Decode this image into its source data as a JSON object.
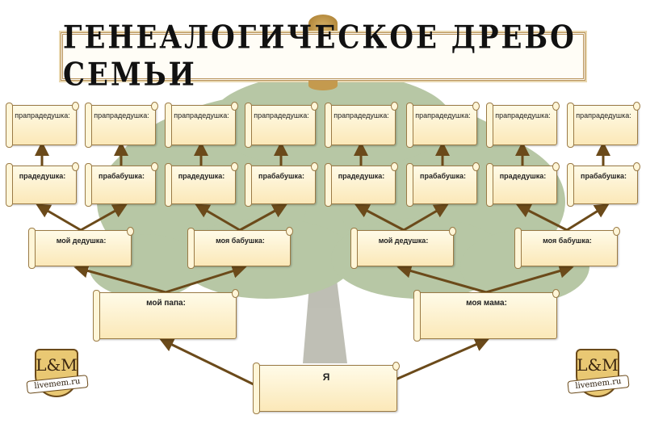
{
  "title": "ГЕНЕАЛОГИЧЕСКОЕ ДРЕВО СЕМЬИ",
  "colors": {
    "arrow": "#6b4a1a",
    "scroll_fill": "#fbe8b8",
    "scroll_border": "#9a7a45",
    "tree": "#7d9a5c"
  },
  "generations": {
    "great_great": [
      "прапрадедушка:",
      "прапрадедушка:",
      "прапрадедушка:",
      "прапрадедушка:",
      "прапрадедушка:",
      "прапрадедушка:",
      "прапрадедушка:",
      "прапрадедушка:"
    ],
    "great": [
      "прадедушка:",
      "прабабушка:",
      "прадедушка:",
      "прабабушка:",
      "прадедушка:",
      "прабабушка:",
      "прадедушка:",
      "прабабушка:"
    ],
    "grand": [
      "мой дедушка:",
      "моя бабушка:",
      "мой дедушка:",
      "моя бабушка:"
    ],
    "parents": [
      "мой папа:",
      "моя мама:"
    ],
    "self": "Я"
  },
  "logo": {
    "monogram": "L&M",
    "site": "livemem.ru"
  }
}
